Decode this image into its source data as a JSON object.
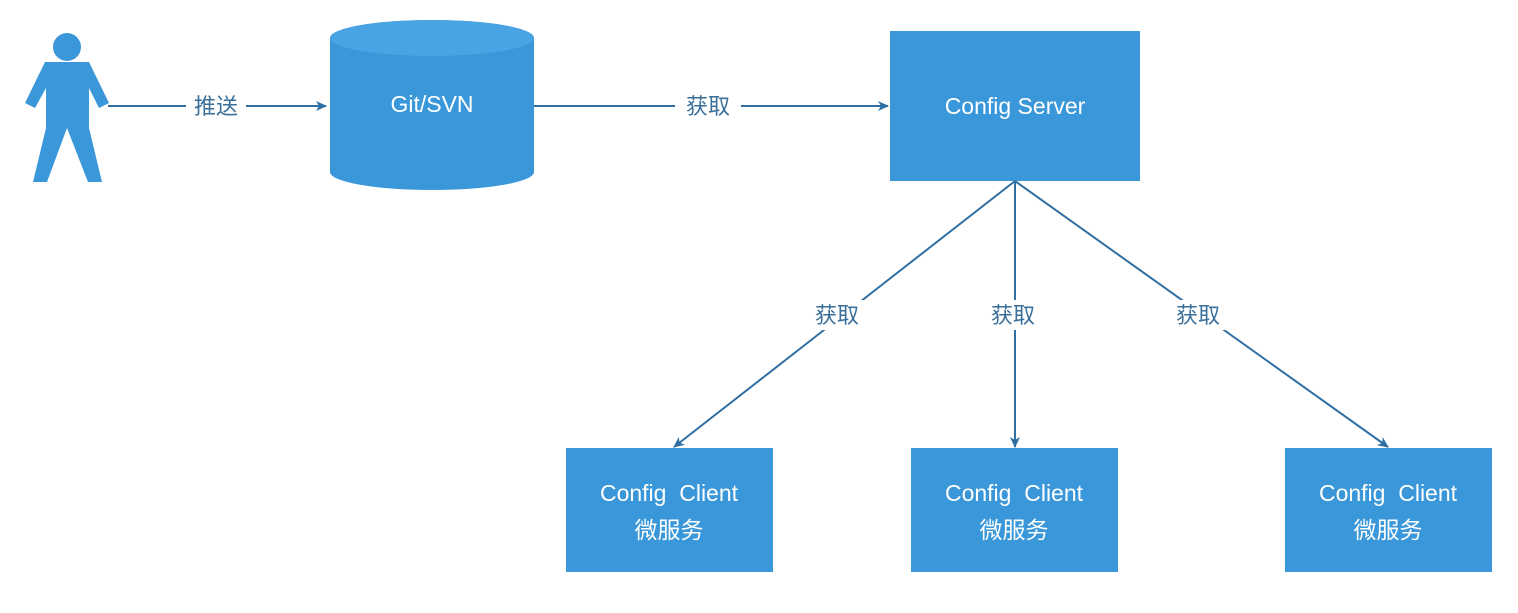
{
  "colors": {
    "node_fill": "#3a97d9",
    "edge": "#2f6fa3",
    "label": "#3a6f9a",
    "text_on_node": "#ffffff"
  },
  "actor": {
    "icon": "person-icon"
  },
  "repository": {
    "label": "Git/SVN"
  },
  "server": {
    "label": "Config Server"
  },
  "clients": [
    {
      "line1": "Config  Client",
      "line2": "微服务"
    },
    {
      "line1": "Config  Client",
      "line2": "微服务"
    },
    {
      "line1": "Config  Client",
      "line2": "微服务"
    }
  ],
  "edges": {
    "push_label": "推送",
    "fetch_repo_label": "获取",
    "fetch_client_labels": [
      "获取",
      "获取",
      "获取"
    ]
  }
}
